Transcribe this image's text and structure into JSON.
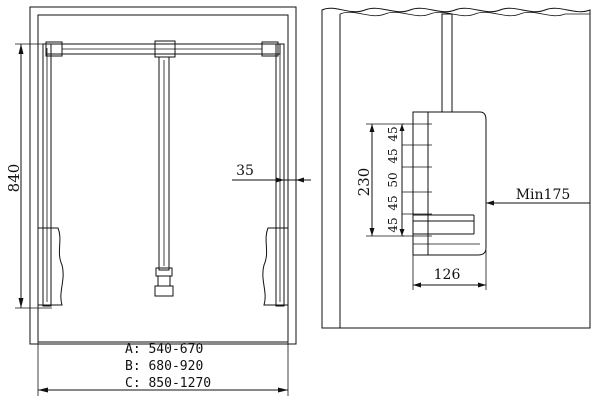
{
  "left_view": {
    "height_label": "840",
    "gap_label": "35",
    "width_ranges": [
      {
        "prefix": "A:",
        "value": "540-670"
      },
      {
        "prefix": "B:",
        "value": "680-920"
      },
      {
        "prefix": "C:",
        "value": "850-1270"
      }
    ]
  },
  "right_view": {
    "total_label": "230",
    "segment_labels": [
      "45",
      "45",
      "50",
      "45",
      "45"
    ],
    "width_label": "126",
    "min_label": "Min175"
  },
  "colors": {
    "line": "#111111",
    "background": "#ffffff"
  }
}
